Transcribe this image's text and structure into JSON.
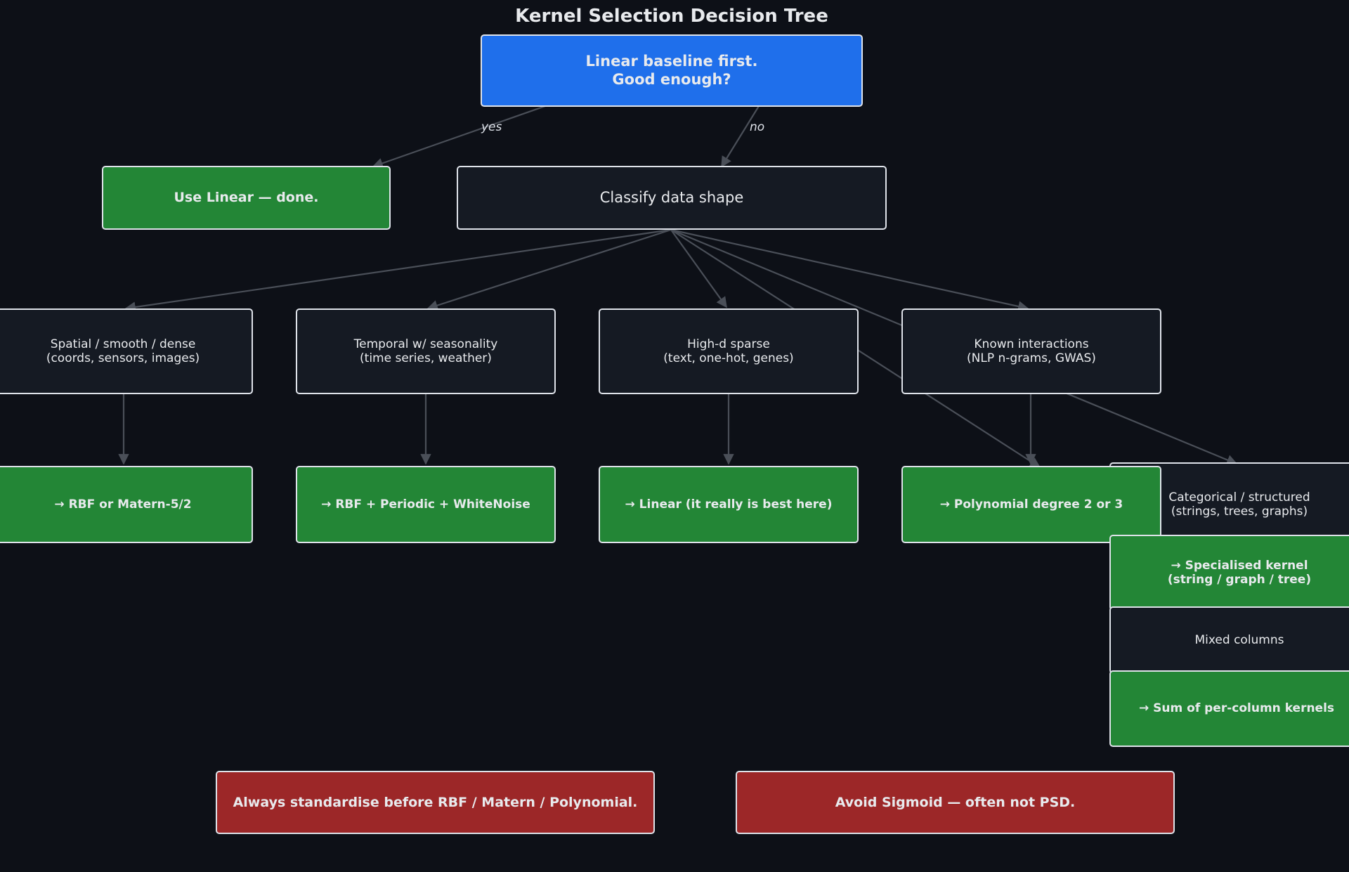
{
  "title": "Kernel Selection Decision Tree",
  "nodes": {
    "root": "Linear baseline first.\nGood enough?",
    "use_linear": "Use Linear — done.",
    "classify": "Classify data shape",
    "spatial": "Spatial / smooth / dense\n(coords, sensors, images)",
    "temporal": "Temporal w/ seasonality\n(time series, weather)",
    "sparse": "High-d sparse\n(text, one-hot, genes)",
    "interactions": "Known interactions\n(NLP n-grams, GWAS)",
    "categorical": "Categorical / structured\n(strings, trees, graphs)",
    "mixed": "Mixed columns",
    "rbf_matern": "→ RBF or Matern-5/2",
    "rbf_periodic": "→ RBF + Periodic + WhiteNoise",
    "linear_best": "→ Linear (it really is best here)",
    "polynomial": "→ Polynomial degree 2 or 3",
    "specialised": "→ Specialised kernel\n(string / graph / tree)",
    "sum_kernels": "→ Sum of per-column kernels"
  },
  "edge_labels": {
    "yes": "yes",
    "no": "no"
  },
  "notes": {
    "standardise": "Always standardise before RBF / Matern / Polynomial.",
    "sigmoid": "Avoid Sigmoid — often not PSD."
  },
  "colors": {
    "background": "#0d1017",
    "decision": "#1f6feb",
    "question": "#151a23",
    "recommendation": "#238636",
    "warning": "#9c2728",
    "edge": "#4a4f58"
  }
}
